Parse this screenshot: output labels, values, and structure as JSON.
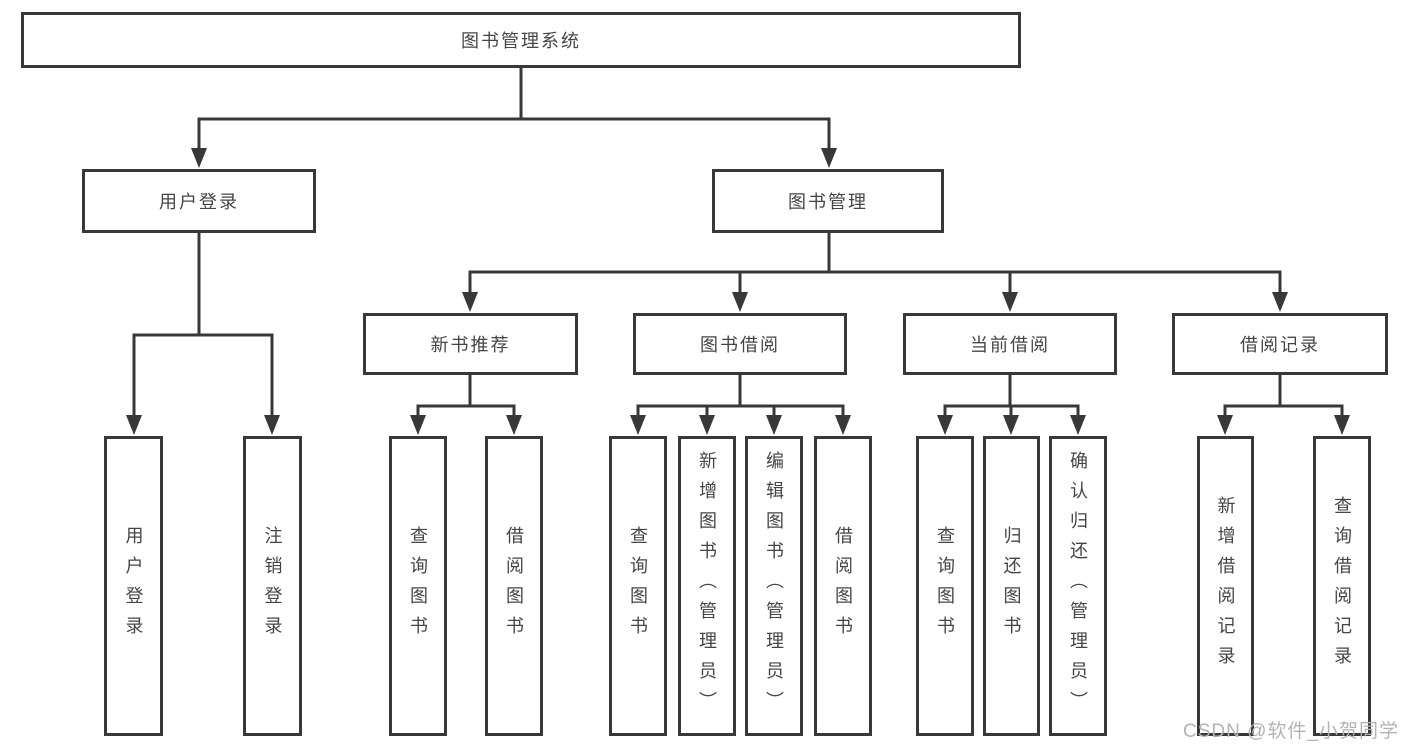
{
  "diagram": {
    "title_node": {
      "label": "图书管理系统"
    },
    "level2": [
      {
        "label": "用户登录"
      },
      {
        "label": "图书管理"
      }
    ],
    "level3": [
      {
        "label": "新书推荐",
        "parent": "图书管理"
      },
      {
        "label": "图书借阅",
        "parent": "图书管理"
      },
      {
        "label": "当前借阅",
        "parent": "图书管理"
      },
      {
        "label": "借阅记录",
        "parent": "图书管理"
      }
    ],
    "leaves": [
      {
        "label": "用户登录",
        "parent": "用户登录"
      },
      {
        "label": "注销登录",
        "parent": "用户登录"
      },
      {
        "label": "查询图书",
        "parent": "新书推荐"
      },
      {
        "label": "借阅图书",
        "parent": "新书推荐"
      },
      {
        "label": "查询图书",
        "parent": "图书借阅"
      },
      {
        "label": "新增图书（管理员）",
        "parent": "图书借阅"
      },
      {
        "label": "编辑图书（管理员）",
        "parent": "图书借阅"
      },
      {
        "label": "借阅图书",
        "parent": "图书借阅"
      },
      {
        "label": "查询图书",
        "parent": "当前借阅"
      },
      {
        "label": "归还图书",
        "parent": "当前借阅"
      },
      {
        "label": "确认归还（管理员）",
        "parent": "当前借阅"
      },
      {
        "label": "新增借阅记录",
        "parent": "借阅记录"
      },
      {
        "label": "查询借阅记录",
        "parent": "借阅记录"
      }
    ],
    "watermark": "CSDN @软件_小贺同学",
    "colors": {
      "line": "#383838",
      "text": "#454545",
      "watermark": "#b3b3b3",
      "background": "#ffffff"
    }
  }
}
